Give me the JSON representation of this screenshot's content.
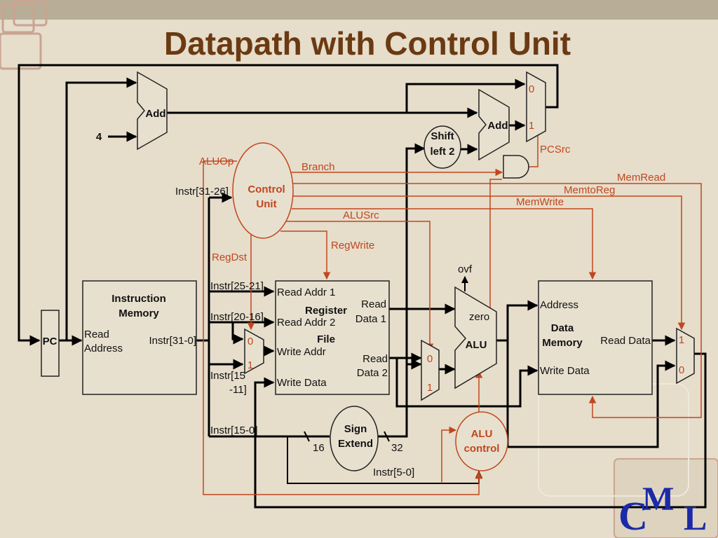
{
  "title": "Datapath with Control Unit",
  "blocks": {
    "pc": "PC",
    "add_top": "Add",
    "add_branch": "Add",
    "const_four": "4",
    "shift_line1": "Shift",
    "shift_line2": "left 2",
    "control_line1": "Control",
    "control_line2": "Unit",
    "imem_line1": "Instruction",
    "imem_line2": "Memory",
    "imem_in1": "Read",
    "imem_in2": "Address",
    "imem_out": "Instr[31-0]",
    "rf_in1": "Read Addr 1",
    "rf_in2": "Read Addr 2",
    "rf_in3": "Write Addr",
    "rf_in4": "Write Data",
    "rf_name1": "Register",
    "rf_name2": "File",
    "rf_out1a": "Read",
    "rf_out1b": "Data 1",
    "rf_out2a": "Read",
    "rf_out2b": "Data 2",
    "alu": "ALU",
    "zero": "zero",
    "ovf": "ovf",
    "dmem_addr": "Address",
    "dmem_name1": "Data",
    "dmem_name2": "Memory",
    "dmem_wd": "Write Data",
    "dmem_rd": "Read Data",
    "sign_line1": "Sign",
    "sign_line2": "Extend",
    "aluctl_line1": "ALU",
    "aluctl_line2": "control",
    "logo_c": "C",
    "logo_m": "M",
    "logo_l": "L"
  },
  "mux_labels": {
    "zero": "0",
    "one": "1"
  },
  "instr_fields": {
    "op": "Instr[31-26]",
    "rs": "Instr[25-21]",
    "rt": "Instr[20-16]",
    "rd_line1": "Instr[15",
    "rd_line2": "-11]",
    "imm": "Instr[15-0]",
    "funct": "Instr[5-0]"
  },
  "bus_widths": {
    "in": "16",
    "out": "32"
  },
  "control_signals": {
    "aluop": "ALUOp",
    "branch": "Branch",
    "memread": "MemRead",
    "memtoreg": "MemtoReg",
    "memwrite": "MemWrite",
    "alusrc": "ALUSrc",
    "regwrite": "RegWrite",
    "regdst": "RegDst",
    "pcsrc": "PCSrc"
  },
  "colors": {
    "background": "#e6ddcb",
    "control": "#c2461d",
    "title": "#6b3a12",
    "logo": "#1a2aa8"
  }
}
